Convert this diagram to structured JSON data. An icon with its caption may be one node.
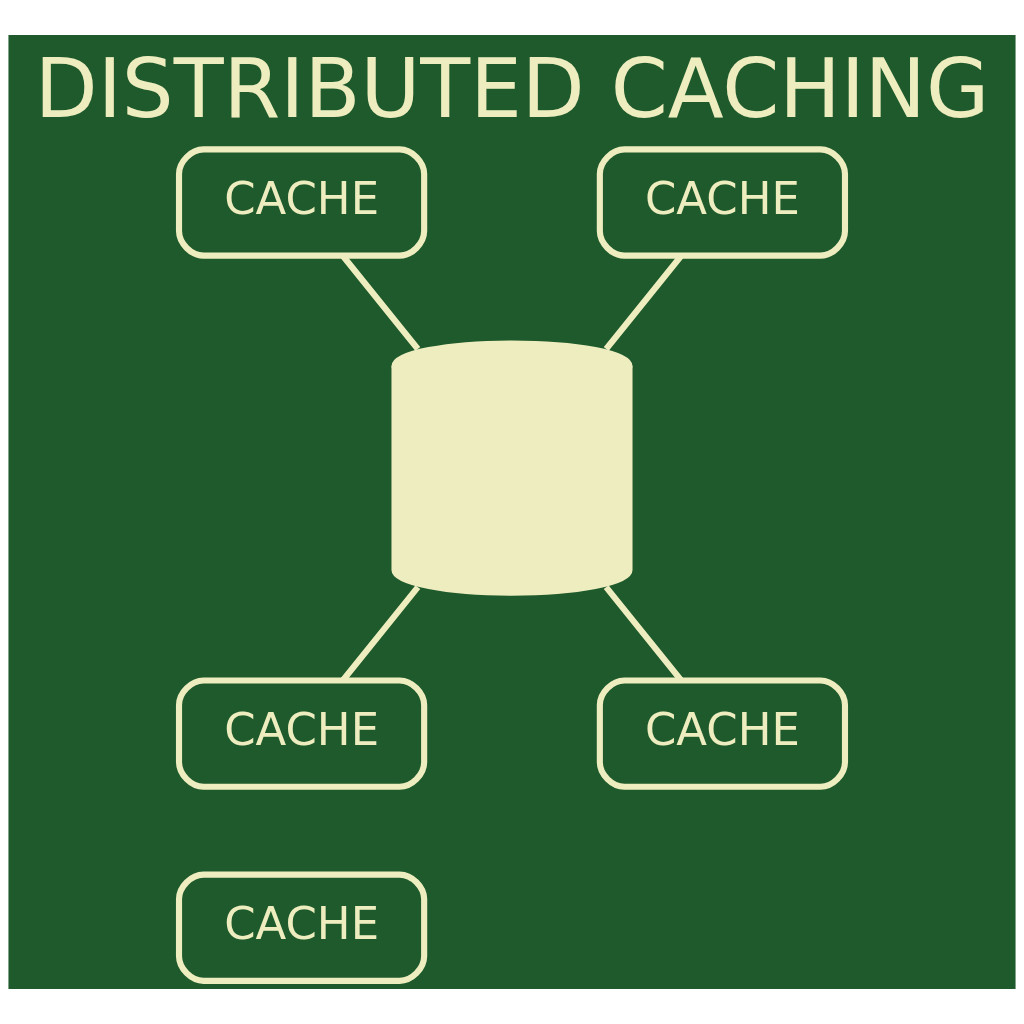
{
  "diagram": {
    "title": "DISTRIBUTED CACHING",
    "nodes": [
      {
        "text": [
          "CACHE"
        ]
      },
      {
        "text": [
          "CACHE"
        ]
      },
      {
        "text": [],
        "shape": "cylinder"
      },
      {
        "text": [
          "CACHE"
        ]
      },
      {
        "text": [
          "CACHE"
        ]
      },
      {
        "text": [
          "CACHE"
        ]
      }
    ],
    "edges": [
      {
        "from": 0,
        "to": 2,
        "arrow": "none"
      },
      {
        "from": 1,
        "to": 2,
        "arrow": "none"
      },
      {
        "from": 2,
        "to": 3,
        "arrow": "none"
      },
      {
        "from": 2,
        "to": 4,
        "arrow": "none"
      }
    ]
  }
}
